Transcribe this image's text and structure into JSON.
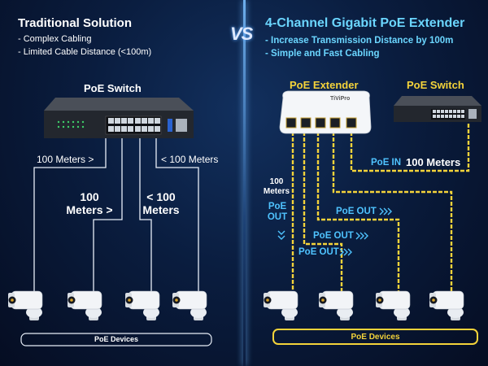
{
  "left": {
    "title": "Traditional Solution",
    "bullets": [
      "- Complex Cabling",
      "- Limited Cable Distance (<100m)"
    ],
    "switch_label": "PoE Switch",
    "cable_labels": [
      "100 Meters >",
      "< 100 Meters"
    ],
    "cable_labels_big": [
      [
        "100",
        "Meters >"
      ],
      [
        "< 100",
        "Meters"
      ]
    ],
    "devices_label": "PoE Devices"
  },
  "vs": "VS",
  "right": {
    "title": "4-Channel Gigabit PoE Extender",
    "bullets": [
      "- Increase Transmission Distance by 100m",
      "- Simple and Fast Cabling"
    ],
    "extender_label": "PoE Extender",
    "extender_brand": "TiViPro",
    "switch_label": "PoE Switch",
    "poe_in": "PoE IN",
    "poe_in_distance": "100 Meters",
    "dist_label": [
      "100",
      "Meters"
    ],
    "poe_out": "PoE OUT",
    "devices_label": "PoE Devices"
  },
  "colors": {
    "title_accent": "#6bd6ff",
    "cable_yellow": "#f4d33a",
    "cable_white": "#ffffff",
    "arrow_blue": "#4fc3ff"
  },
  "icons": [
    "poe-switch-icon",
    "poe-extender-icon",
    "camera-icon"
  ]
}
